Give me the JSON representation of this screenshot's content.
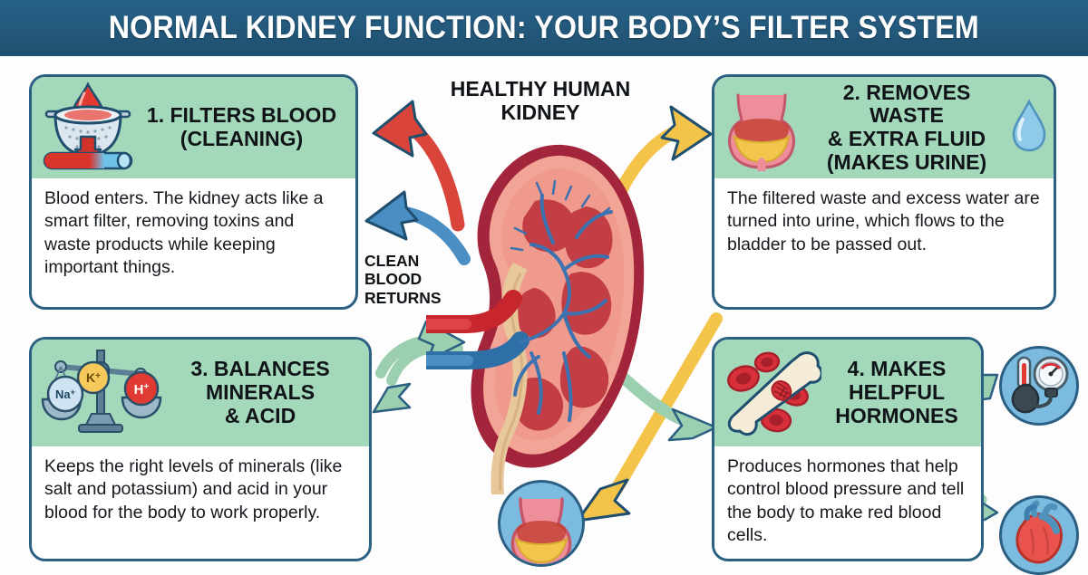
{
  "header": {
    "title": "NORMAL KIDNEY FUNCTION: YOUR BODY’S FILTER SYSTEM",
    "bg_color": "#23587a",
    "text_color": "#ffffff"
  },
  "theme": {
    "card_border": "#2b6083",
    "card_header_green": "#a4d8bb",
    "card_body_white": "#ffffff",
    "badge_blue": "#7cbbe0",
    "arrow_red": "#d9453b",
    "arrow_blue": "#4a8fc4",
    "arrow_yellow": "#f3c34a",
    "arrow_green": "#9ccfaf"
  },
  "center": {
    "title_line1": "HEALTHY HUMAN",
    "title_line2": "KIDNEY",
    "kidney_icon": "kidney-cross-section-icon",
    "clean_blood_label_line1": "CLEAN",
    "clean_blood_label_line2": "BLOOD",
    "clean_blood_label_line3": "RETURNS"
  },
  "cards": [
    {
      "id": "card1",
      "number": "1.",
      "title_line1": "1. FILTERS BLOOD",
      "title_line2": "(CLEANING)",
      "body": "Blood enters. The kidney acts like a smart filter, removing toxins and waste products while keeping important things.",
      "icon": "strainer-filter-icon",
      "icon_side": "left"
    },
    {
      "id": "card2",
      "number": "2.",
      "title_line1": "2. REMOVES WASTE",
      "title_line2": "& EXTRA FLUID",
      "title_line3": "(MAKES URINE)",
      "body": "The filtered waste and excess water are turned into urine, which flows to the bladder to be passed out.",
      "icon": "bladder-icon",
      "icon_right": "water-droplet-icon",
      "icon_side": "left"
    },
    {
      "id": "card3",
      "number": "3.",
      "title_line1": "3. BALANCES",
      "title_line2": "MINERALS",
      "title_line3": "& ACID",
      "body": "Keeps the right levels of minerals (like salt and potassium) and acid in your blood for the body to work properly.",
      "icon": "balance-scale-icon",
      "icon_side": "left",
      "icon_labels": [
        "Na",
        "K",
        "H"
      ],
      "icon_label_superscripts": [
        "+",
        "+",
        "+"
      ]
    },
    {
      "id": "card4",
      "number": "4.",
      "title_line1": "4. MAKES",
      "title_line2": "HELPFUL",
      "title_line3": "HORMONES",
      "body": "Produces hormones that help control blood pressure and tell the body to make red blood cells.",
      "icon": "bone-red-blood-cells-icon",
      "icon_side": "left"
    }
  ],
  "badges": [
    {
      "id": "badge-bladder",
      "icon": "bladder-circle-icon"
    },
    {
      "id": "badge-bp",
      "icon": "blood-pressure-monitor-icon"
    },
    {
      "id": "badge-heart",
      "icon": "heart-icon"
    }
  ],
  "arrows": [
    {
      "name": "arrow-to-filters-blood",
      "color": "#d9453b",
      "direction": "up-left"
    },
    {
      "name": "arrow-clean-blood-returns",
      "color": "#4a8fc4",
      "direction": "left"
    },
    {
      "name": "arrow-to-removes-waste",
      "color": "#f3c34a",
      "direction": "up-right"
    },
    {
      "name": "arrow-to-bladder",
      "color": "#f3c34a",
      "direction": "down-left"
    },
    {
      "name": "arrow-to-balances-minerals",
      "color": "#9ccfaf",
      "direction": "left"
    },
    {
      "name": "arrow-from-balances-minerals",
      "color": "#9ccfaf",
      "direction": "up-right"
    },
    {
      "name": "arrow-to-makes-hormones",
      "color": "#9ccfaf",
      "direction": "right"
    },
    {
      "name": "arrow-to-blood-pressure",
      "color": "#9ccfaf",
      "direction": "up-right"
    },
    {
      "name": "arrow-to-heart",
      "color": "#9ccfaf",
      "direction": "down-right"
    }
  ]
}
